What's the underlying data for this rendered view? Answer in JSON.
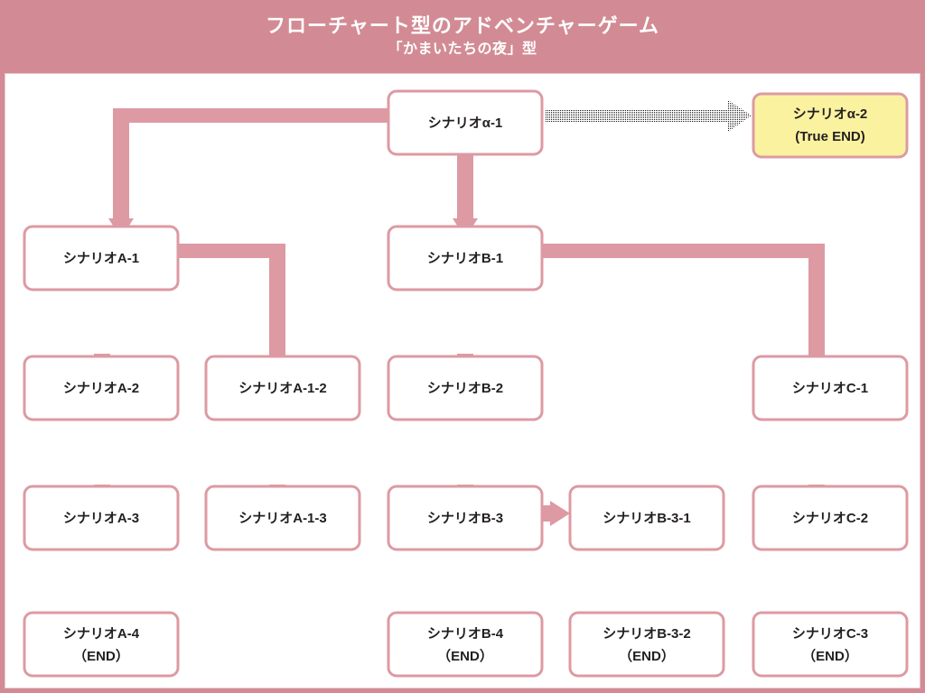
{
  "header": {
    "title": "フローチャート型のアドベンチャーゲーム",
    "subtitle": "「かまいたちの夜」型",
    "bg_color": "#d28b94",
    "text_color": "#ffffff"
  },
  "colors": {
    "node_fill": "#ffffff",
    "node_border": "#dd9aa3",
    "connector": "#dd9aa3",
    "special_node_fill": "#fbf2a0",
    "label_text": "#231f20",
    "canvas_bg": "#ffffff"
  },
  "nodes": [
    {
      "id": "alpha1",
      "line1": "シナリオα-1",
      "line2": "",
      "special": false
    },
    {
      "id": "alpha2",
      "line1": "シナリオα-2",
      "line2": "(True END)",
      "special": true
    },
    {
      "id": "a1",
      "line1": "シナリオA-1",
      "line2": "",
      "special": false
    },
    {
      "id": "b1",
      "line1": "シナリオB-1",
      "line2": "",
      "special": false
    },
    {
      "id": "a2",
      "line1": "シナリオA-2",
      "line2": "",
      "special": false
    },
    {
      "id": "a12",
      "line1": "シナリオA-1-2",
      "line2": "",
      "special": false
    },
    {
      "id": "b2",
      "line1": "シナリオB-2",
      "line2": "",
      "special": false
    },
    {
      "id": "c1",
      "line1": "シナリオC-1",
      "line2": "",
      "special": false
    },
    {
      "id": "a3",
      "line1": "シナリオA-3",
      "line2": "",
      "special": false
    },
    {
      "id": "a13",
      "line1": "シナリオA-1-3",
      "line2": "",
      "special": false
    },
    {
      "id": "b3",
      "line1": "シナリオB-3",
      "line2": "",
      "special": false
    },
    {
      "id": "b31",
      "line1": "シナリオB-3-1",
      "line2": "",
      "special": false
    },
    {
      "id": "c2",
      "line1": "シナリオC-2",
      "line2": "",
      "special": false
    },
    {
      "id": "a4",
      "line1": "シナリオA-4",
      "line2": "（END）",
      "special": false
    },
    {
      "id": "b4",
      "line1": "シナリオB-4",
      "line2": "（END）",
      "special": false
    },
    {
      "id": "b32",
      "line1": "シナリオB-3-2",
      "line2": "（END）",
      "special": false
    },
    {
      "id": "c3",
      "line1": "シナリオC-3",
      "line2": "（END）",
      "special": false
    }
  ],
  "edges": [
    {
      "from": "alpha1",
      "to": "alpha2",
      "style": "dotted-arrow",
      "direction": "right"
    },
    {
      "from": "alpha1",
      "to": "a1",
      "style": "solid-elbow",
      "direction": "left-down"
    },
    {
      "from": "alpha1",
      "to": "b1",
      "style": "solid",
      "direction": "down"
    },
    {
      "from": "a1",
      "to": "a2",
      "style": "solid",
      "direction": "down"
    },
    {
      "from": "a1",
      "to": "a12",
      "style": "solid-elbow",
      "direction": "right-down"
    },
    {
      "from": "b1",
      "to": "b2",
      "style": "solid",
      "direction": "down"
    },
    {
      "from": "b1",
      "to": "c1",
      "style": "solid-elbow",
      "direction": "right-down"
    },
    {
      "from": "a2",
      "to": "a3",
      "style": "solid",
      "direction": "down"
    },
    {
      "from": "a12",
      "to": "a13",
      "style": "solid",
      "direction": "down"
    },
    {
      "from": "b2",
      "to": "b3",
      "style": "solid",
      "direction": "down"
    },
    {
      "from": "c1",
      "to": "c2",
      "style": "solid",
      "direction": "down"
    },
    {
      "from": "a3",
      "to": "a4",
      "style": "solid",
      "direction": "down"
    },
    {
      "from": "b3",
      "to": "b31",
      "style": "solid",
      "direction": "right"
    },
    {
      "from": "b3",
      "to": "b4",
      "style": "solid",
      "direction": "down"
    },
    {
      "from": "b31",
      "to": "b32",
      "style": "solid",
      "direction": "down"
    },
    {
      "from": "c2",
      "to": "c3",
      "style": "solid",
      "direction": "down"
    }
  ]
}
